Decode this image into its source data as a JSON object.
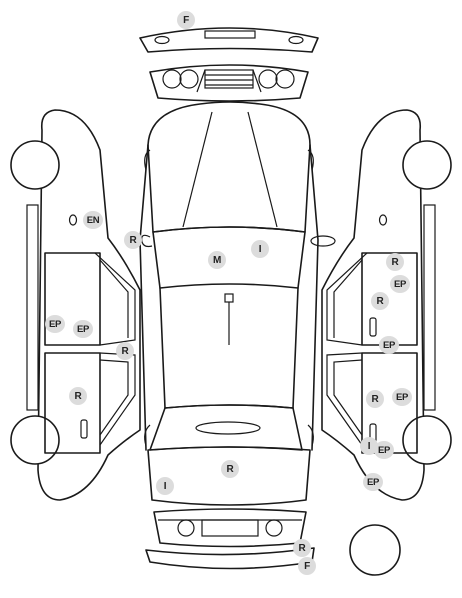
{
  "markers": {
    "front_bumper_f": "F",
    "left_en": "EN",
    "left_mirror_r": "R",
    "roof_m": "M",
    "roof_i": "I",
    "left_front_door_ep_a": "EP",
    "left_front_door_ep_b": "EP",
    "left_sill_r": "R",
    "left_rear_door_r": "R",
    "right_front_door_r_top": "R",
    "right_front_door_ep": "EP",
    "right_front_door_r": "R",
    "right_sill_ep": "EP",
    "right_rear_door_r": "R",
    "right_rear_door_ep": "EP",
    "right_rear_i": "I",
    "right_rear_ep": "EP",
    "right_rear_quarter_ep": "EP",
    "trunk_r": "R",
    "trunk_i": "I",
    "rear_bumper_r": "R",
    "rear_bumper_f": "F"
  },
  "colors": {
    "marker_bg": "#dcdcdc",
    "line": "#1a1a1a"
  }
}
